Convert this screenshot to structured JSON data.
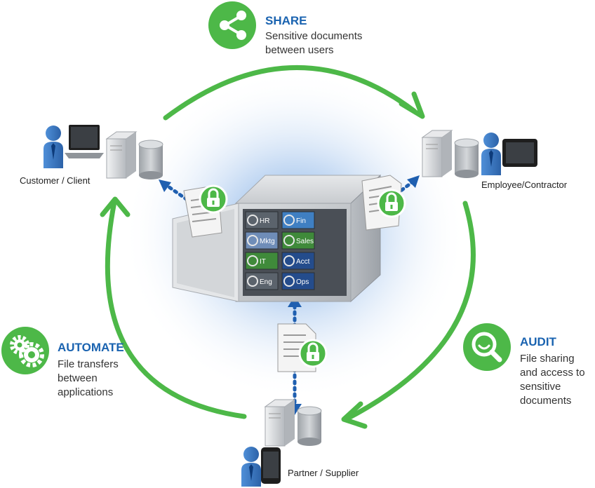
{
  "colors": {
    "green": "#4db848",
    "blue": "#1a63b0",
    "arrow_blue": "#1f5fb0",
    "vault_gray": "#c9ccd0"
  },
  "share": {
    "title": "SHARE",
    "line1": "Sensitive documents",
    "line2": "between users",
    "icon": "share-icon"
  },
  "automate": {
    "title": "AUTOMATE",
    "line1": "File transfers",
    "line2": "between",
    "line3": "applications",
    "icon": "gears-icon"
  },
  "audit": {
    "title": "AUDIT",
    "line1": "File sharing",
    "line2": "and access to",
    "line3": "sensitive",
    "line4": "documents",
    "icon": "magnifier-icon"
  },
  "nodes": {
    "customer": "Customer / Client",
    "employee": "Employee/Contractor",
    "partner": "Partner / Supplier"
  },
  "vault": {
    "left_drawers": [
      "HR",
      "Mktg",
      "IT",
      "Eng"
    ],
    "right_drawers": [
      "Fin",
      "Sales",
      "Acct",
      "Ops"
    ]
  }
}
